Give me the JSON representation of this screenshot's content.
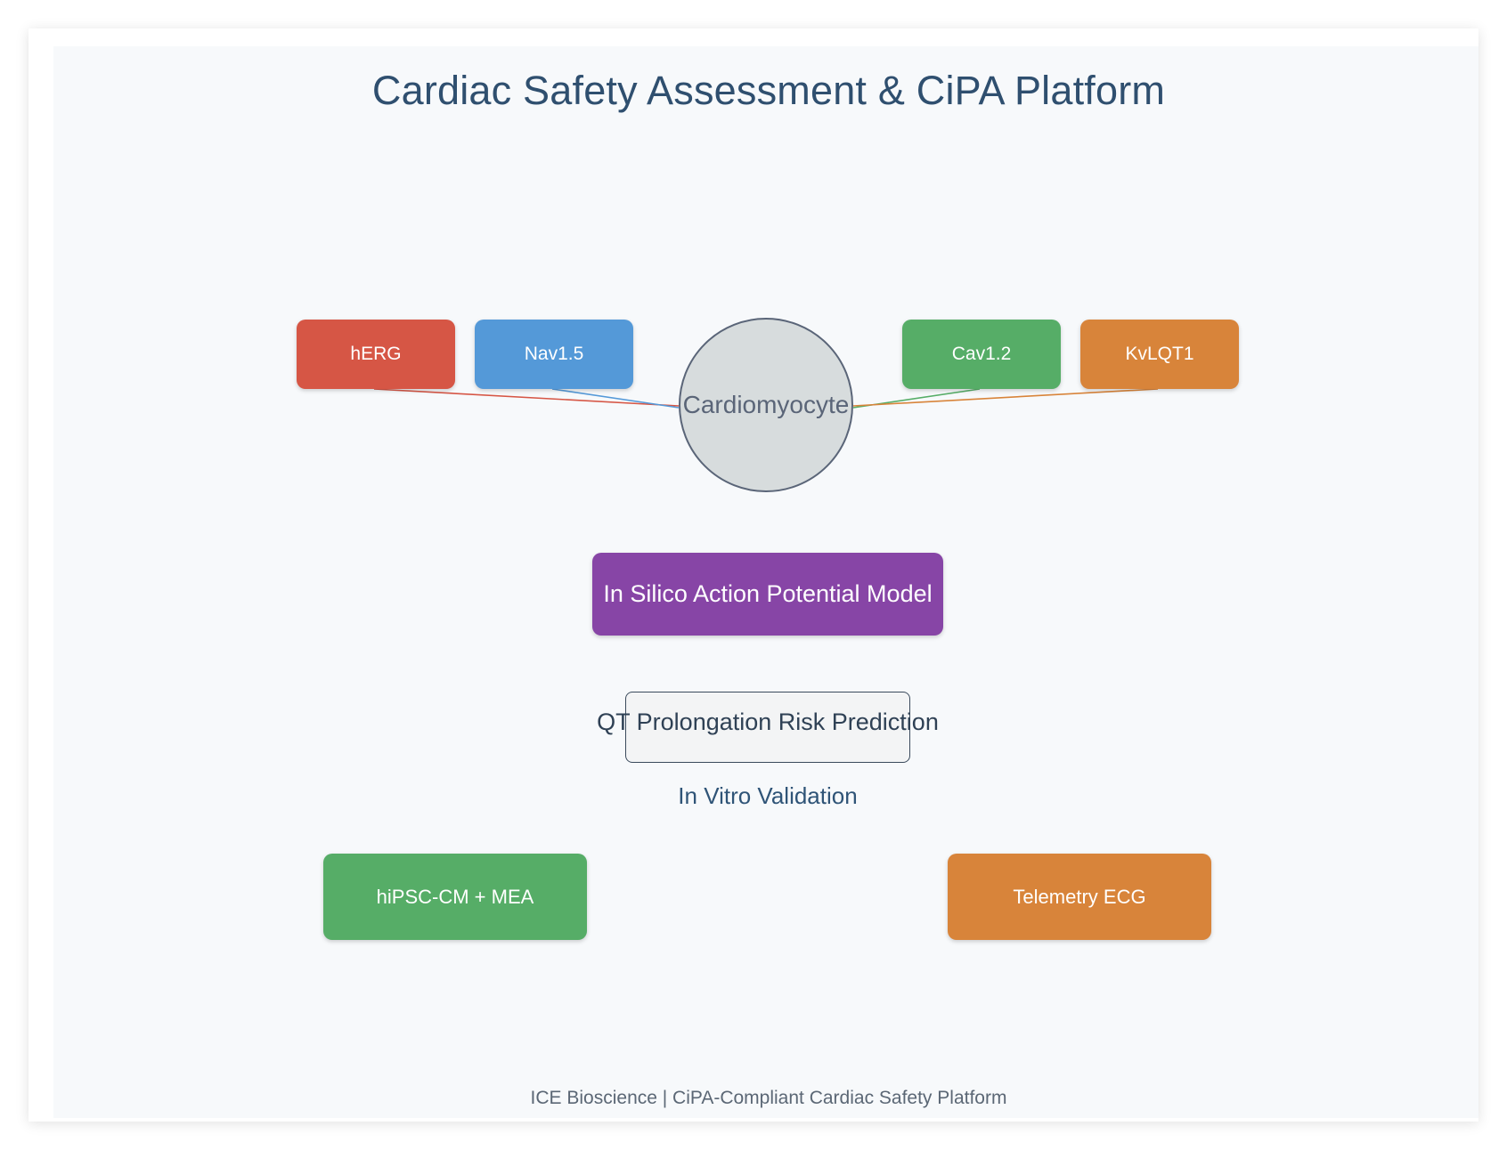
{
  "title": "Cardiac Safety Assessment & CiPA Platform",
  "ion_channels": [
    {
      "label": "hERG",
      "color": "#d65645"
    },
    {
      "label": "Nav1.5",
      "color": "#5499d8"
    },
    {
      "label": "Cav1.2",
      "color": "#56ad67"
    },
    {
      "label": "KvLQT1",
      "color": "#d8843a"
    }
  ],
  "cell": {
    "label": "Cardiomyocyte"
  },
  "model": {
    "label": "In Silico Action Potential Model",
    "color": "#8745a6"
  },
  "risk": {
    "label": "QT Prolongation Risk Prediction"
  },
  "validation": {
    "label": "In Vitro Validation"
  },
  "assays": [
    {
      "label": "hiPSC-CM + MEA",
      "color": "#56ad67"
    },
    {
      "label": "Telemetry ECG",
      "color": "#d8843a"
    }
  ],
  "footer": "ICE Bioscience | CiPA-Compliant Cardiac Safety Platform"
}
